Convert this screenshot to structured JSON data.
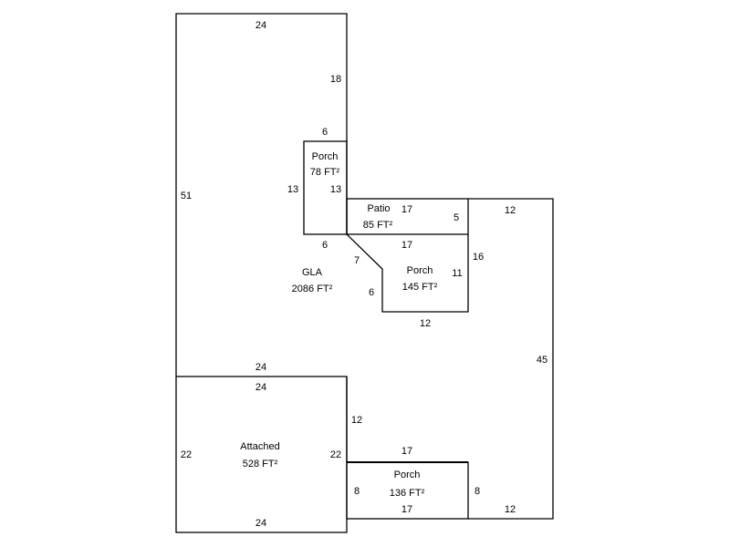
{
  "areas": {
    "gla": {
      "name": "GLA",
      "area": "2086 FT²"
    },
    "porch_top": {
      "name": "Porch",
      "area": "78 FT²"
    },
    "patio": {
      "name": "Patio",
      "area": "85 FT²"
    },
    "porch_mid": {
      "name": "Porch",
      "area": "145 FT²"
    },
    "attached": {
      "name": "Attached",
      "area": "528 FT²"
    },
    "porch_bottom": {
      "name": "Porch",
      "area": "136 FT²"
    }
  },
  "dimensions": {
    "gla_top": "24",
    "gla_right_upper": "18",
    "gla_left": "51",
    "porch_top_top": "6",
    "porch_top_left": "13",
    "porch_top_right": "13",
    "porch_top_bottom": "6",
    "patio_top": "17",
    "patio_right": "5",
    "patio_bottom": "17",
    "porch_mid_diag": "7",
    "porch_mid_left": "6",
    "porch_mid_right": "11",
    "porch_mid_bottom": "12",
    "east_top": "12",
    "east_upper": "16",
    "east_right": "45",
    "east_bottom": "12",
    "gla_bottom": "24",
    "attached_top": "24",
    "attached_left": "22",
    "attached_right": "22",
    "attached_bottom": "24",
    "gla_right_lower": "12",
    "porch_bottom_top": "17",
    "porch_bottom_left": "8",
    "porch_bottom_right": "8",
    "porch_bottom_bottom": "17"
  }
}
